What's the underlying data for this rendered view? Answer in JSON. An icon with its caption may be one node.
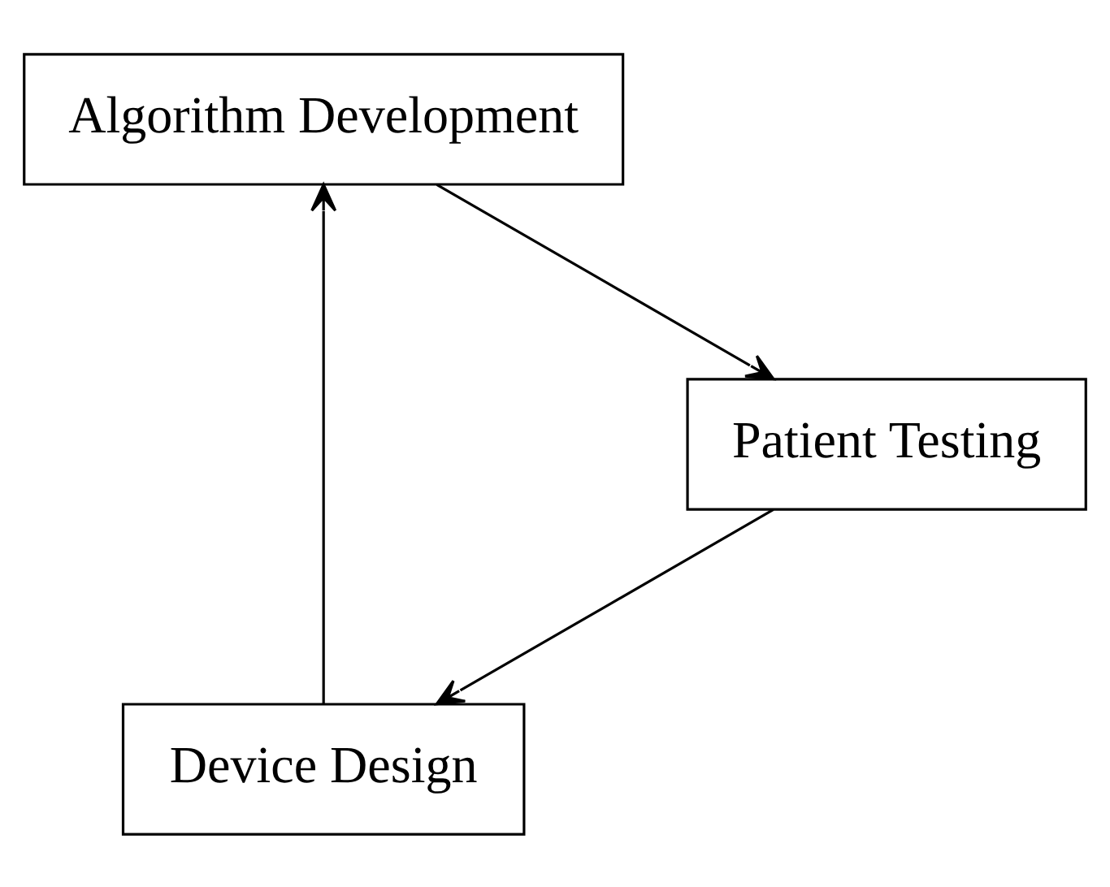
{
  "diagram": {
    "nodes": [
      {
        "text": [
          "Device Design"
        ]
      },
      {
        "text": [
          "Algorithm Development"
        ]
      },
      {
        "text": [
          "Patient Testing"
        ]
      }
    ],
    "edges": [
      {
        "from": 0,
        "to": 1,
        "arrow": "to"
      },
      {
        "from": 1,
        "to": 2,
        "arrow": "to"
      },
      {
        "from": 2,
        "to": 0,
        "arrow": "to"
      }
    ]
  }
}
